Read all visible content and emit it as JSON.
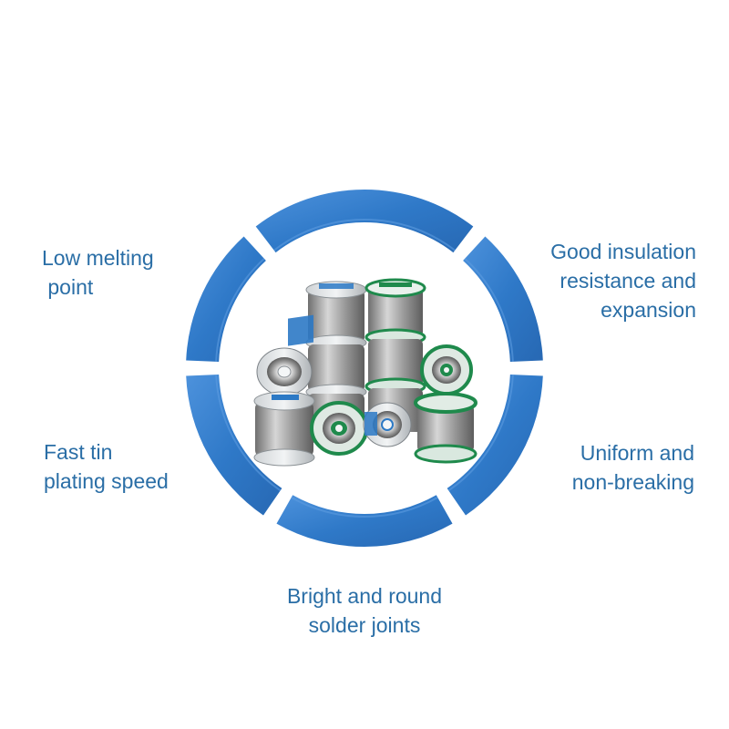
{
  "colors": {
    "ring_blue": "#2f79c8",
    "ring_light": "#5b9be0",
    "text_blue": "#2a6ea6",
    "spool_green": "#1f8a4c",
    "spool_blue": "#2c79c5",
    "wire_silver": "#9a9a9a"
  },
  "features": {
    "low_melting": "Low melting\n point",
    "good_insulation": "Good insulation\nresistance and\nexpansion",
    "fast_tin": "Fast tin\nplating speed",
    "uniform": "Uniform and\nnon-breaking",
    "bright_round": "Bright and round\nsolder joints"
  },
  "product": {
    "image_icon": "solder-wire-spools-icon",
    "spool_count": 10
  }
}
